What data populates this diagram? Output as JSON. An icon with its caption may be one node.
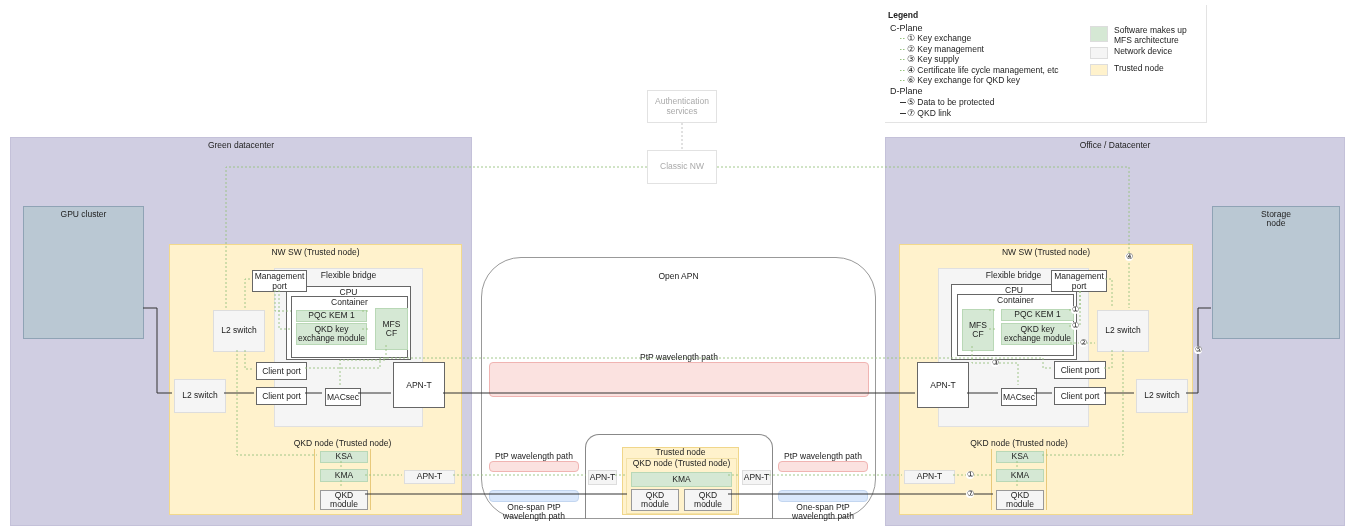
{
  "diagram": {
    "nodes": [
      {
        "text": [
          "Green datacenter"
        ]
      },
      {
        "text": [
          "GPU cluster"
        ],
        "in": 0
      },
      {
        "text": [
          "NW SW (Trusted node)"
        ],
        "in": 0
      },
      {
        "text": [
          "Flexible bridge"
        ],
        "in": 2
      },
      {
        "text": [
          "Management port"
        ],
        "in": 2
      },
      {
        "text": [
          "CPU"
        ],
        "in": 3
      },
      {
        "text": [
          "Container"
        ],
        "in": 5
      },
      {
        "text": [
          "PQC KEM 1"
        ],
        "in": 6
      },
      {
        "text": [
          "QKD key exchange module"
        ],
        "in": 6
      },
      {
        "text": [
          "MFS CF"
        ],
        "in": 6
      },
      {
        "text": [
          "L2 switch"
        ],
        "in": 2
      },
      {
        "text": [
          "Client port"
        ],
        "in": 2
      },
      {
        "text": [
          "L2 switch"
        ],
        "in": 2
      },
      {
        "text": [
          "Client port"
        ],
        "in": 2
      },
      {
        "text": [
          "MACsec"
        ],
        "in": 3
      },
      {
        "text": [
          "APN-T"
        ],
        "in": 2
      },
      {
        "text": [
          "QKD node (Trusted node)"
        ],
        "in": 2
      },
      {
        "text": [
          "KSA"
        ],
        "in": 16
      },
      {
        "text": [
          "KMA"
        ],
        "in": 16
      },
      {
        "text": [
          "QKD module"
        ],
        "in": 16
      },
      {
        "text": [
          "APN-T"
        ],
        "in": 2
      },
      {
        "text": [
          "Authentication services"
        ]
      },
      {
        "text": [
          "Classic NW"
        ]
      },
      {
        "text": [
          "Open APN"
        ]
      },
      {
        "text": [
          "PtP wavelength path"
        ],
        "in": 23
      },
      {
        "text": [],
        "shape": "box",
        "in": 23
      },
      {
        "text": [
          "Trusted node"
        ],
        "in": 25
      },
      {
        "text": [
          "QKD node (Trusted node)"
        ],
        "in": 26
      },
      {
        "text": [
          "KMA"
        ],
        "in": 27
      },
      {
        "text": [
          "QKD module"
        ],
        "in": 27
      },
      {
        "text": [
          "QKD module"
        ],
        "in": 27
      },
      {
        "text": [
          "APN-T"
        ],
        "in": 25
      },
      {
        "text": [
          "APN-T"
        ],
        "in": 25
      },
      {
        "text": [
          "PtP wavelength path"
        ],
        "in": 23
      },
      {
        "text": [
          "One-span PtP wavelength path"
        ],
        "in": 23
      },
      {
        "text": [
          "PtP wavelength path"
        ],
        "in": 23
      },
      {
        "text": [
          "One-span PtP wavelength path"
        ],
        "in": 23
      },
      {
        "text": [
          "Office / Datacenter"
        ]
      },
      {
        "text": [
          "Storage node"
        ],
        "in": 37
      },
      {
        "text": [
          "NW SW (Trusted node)"
        ],
        "in": 37
      },
      {
        "text": [
          "Flexible bridge"
        ],
        "in": 39
      },
      {
        "text": [
          "Management port"
        ],
        "in": 39
      },
      {
        "text": [
          "CPU"
        ],
        "in": 40
      },
      {
        "text": [
          "Container"
        ],
        "in": 42
      },
      {
        "text": [
          "MFS CF"
        ],
        "in": 43
      },
      {
        "text": [
          "PQC KEM 1"
        ],
        "in": 43
      },
      {
        "text": [
          "QKD key exchange module"
        ],
        "in": 43
      },
      {
        "text": [
          "L2 switch"
        ],
        "in": 39
      },
      {
        "text": [
          "Client port"
        ],
        "in": 39
      },
      {
        "text": [
          "APN-T"
        ],
        "in": 39
      },
      {
        "text": [
          "MACsec"
        ],
        "in": 40
      },
      {
        "text": [
          "Client port"
        ],
        "in": 39
      },
      {
        "text": [
          "L2 switch"
        ],
        "in": 39
      },
      {
        "text": [
          "QKD node (Trusted node)"
        ],
        "in": 39
      },
      {
        "text": [
          "KSA"
        ],
        "in": 53
      },
      {
        "text": [
          "KMA"
        ],
        "in": 53
      },
      {
        "text": [
          "QKD module"
        ],
        "in": 53
      },
      {
        "text": [
          "APN-T"
        ],
        "in": 39
      }
    ],
    "edges": [
      {
        "from": 1,
        "to": 12,
        "arrow": "none",
        "color": "#333333"
      },
      {
        "from": 12,
        "to": 13,
        "arrow": "none",
        "color": "#333333"
      },
      {
        "from": 13,
        "to": 14,
        "arrow": "none",
        "color": "#333333"
      },
      {
        "from": 14,
        "to": 15,
        "arrow": "none",
        "color": "#333333"
      },
      {
        "from": 15,
        "to": 49,
        "arrow": "none",
        "color": "#333333"
      },
      {
        "from": 49,
        "to": 50,
        "arrow": "none",
        "color": "#333333"
      },
      {
        "from": 50,
        "to": 51,
        "arrow": "none",
        "color": "#333333"
      },
      {
        "from": 51,
        "to": 52,
        "arrow": "none",
        "color": "#333333"
      },
      {
        "from": 52,
        "to": 38,
        "arrow": "none",
        "color": "#333333",
        "label": "⑤"
      },
      {
        "from": 19,
        "to": 29,
        "arrow": "none",
        "color": "#333333"
      },
      {
        "from": 30,
        "to": 56,
        "arrow": "none",
        "color": "#333333",
        "label": "⑦"
      },
      {
        "from": 21,
        "to": 22,
        "arrow": "none",
        "style": "dashed",
        "color": "#bbbbbb"
      },
      {
        "from": 22,
        "to": 10,
        "arrow": "none",
        "style": "dashed"
      },
      {
        "from": 22,
        "to": 47,
        "arrow": "none",
        "style": "dashed",
        "label": "④"
      },
      {
        "from": 4,
        "to": 10,
        "arrow": "none",
        "style": "dashed"
      },
      {
        "from": 4,
        "to": 7,
        "arrow": "none",
        "style": "dashed"
      },
      {
        "from": 4,
        "to": 8,
        "arrow": "none",
        "style": "dashed"
      },
      {
        "from": 7,
        "to": 9,
        "arrow": "none",
        "style": "dashed"
      },
      {
        "from": 8,
        "to": 9,
        "arrow": "none",
        "style": "dashed"
      },
      {
        "from": 9,
        "to": 14,
        "arrow": "none",
        "style": "dashed"
      },
      {
        "from": 10,
        "to": 11,
        "arrow": "none",
        "style": "dashed"
      },
      {
        "from": 10,
        "to": 17,
        "arrow": "none",
        "style": "dashed"
      },
      {
        "from": 11,
        "to": 48,
        "arrow": "none",
        "style": "dashed"
      },
      {
        "from": 17,
        "to": 18,
        "arrow": "none",
        "style": "dashed"
      },
      {
        "from": 18,
        "to": 19,
        "arrow": "none",
        "style": "dashed"
      },
      {
        "from": 18,
        "to": 20,
        "arrow": "none",
        "style": "dashed"
      },
      {
        "from": 20,
        "to": 31,
        "arrow": "none",
        "style": "dashed"
      },
      {
        "from": 31,
        "to": 28,
        "arrow": "none",
        "style": "dashed"
      },
      {
        "from": 28,
        "to": 32,
        "arrow": "none",
        "style": "dashed"
      },
      {
        "from": 32,
        "to": 57,
        "arrow": "none",
        "style": "dashed"
      },
      {
        "from": 57,
        "to": 55,
        "arrow": "none",
        "style": "dashed",
        "label": "①"
      },
      {
        "from": 41,
        "to": 47,
        "arrow": "none",
        "style": "dashed"
      },
      {
        "from": 45,
        "to": 41,
        "arrow": "none",
        "style": "dashed",
        "label": "①"
      },
      {
        "from": 46,
        "to": 41,
        "arrow": "none",
        "style": "dashed",
        "label": "①"
      },
      {
        "from": 43,
        "to": 47,
        "arrow": "none",
        "style": "dashed",
        "label": "②"
      },
      {
        "from": 44,
        "to": 50,
        "arrow": "none",
        "style": "dashed",
        "label": "③"
      },
      {
        "from": 47,
        "to": 48,
        "arrow": "none",
        "style": "dashed"
      },
      {
        "from": 47,
        "to": 54,
        "arrow": "none",
        "style": "dashed"
      },
      {
        "from": 44,
        "to": 45,
        "arrow": "none",
        "style": "dashed"
      },
      {
        "from": 44,
        "to": 46,
        "arrow": "none",
        "style": "dashed"
      },
      {
        "from": 54,
        "to": 55,
        "arrow": "none",
        "style": "dashed"
      },
      {
        "from": 55,
        "to": 56,
        "arrow": "none",
        "style": "dashed"
      }
    ],
    "labels": [
      "Legend",
      "C-Plane",
      "D-Plane"
    ],
    "legend": [
      {
        "text": "① Key exchange"
      },
      {
        "text": "② Key management"
      },
      {
        "text": "③ Key supply"
      },
      {
        "text": "④ Certificate life cycle management, etc"
      },
      {
        "text": "⑥ Key exchange for QKD key"
      },
      {
        "text": "⑤ Data to be protected"
      },
      {
        "text": "⑦ QKD link"
      },
      {
        "text": "Software makes up MFS architecture",
        "color": "#d5e8d4"
      },
      {
        "text": "Network device",
        "color": "#f5f5f5"
      },
      {
        "text": "Trusted node",
        "color": "#fff2cc"
      }
    ]
  }
}
